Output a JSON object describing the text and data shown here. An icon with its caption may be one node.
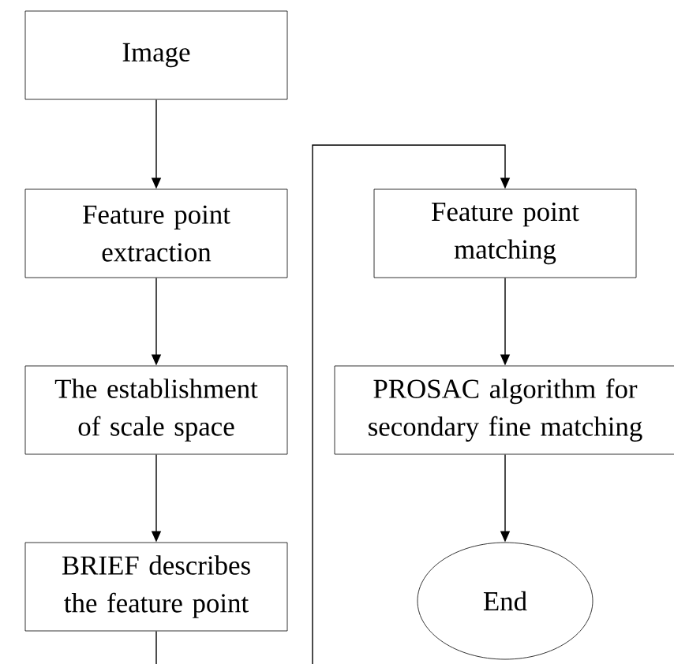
{
  "diagram": {
    "nodes": [
      {
        "text": [
          "Image"
        ]
      },
      {
        "text": [
          "Feature point extraction"
        ]
      },
      {
        "text": [
          "The establishment of scale space"
        ]
      },
      {
        "text": [
          "BRIEF describes the feature point"
        ]
      },
      {
        "text": [
          "Feature point matching"
        ]
      },
      {
        "text": [
          "PROSAC algorithm for secondary fine matching"
        ]
      },
      {
        "text": [
          "End"
        ]
      }
    ],
    "edges": [
      {
        "from": 0,
        "to": 1,
        "arrow": "to"
      },
      {
        "from": 1,
        "to": 2,
        "arrow": "to"
      },
      {
        "from": 2,
        "to": 3,
        "arrow": "to"
      },
      {
        "from": 3,
        "to": null,
        "arrow": "none"
      },
      {
        "from": null,
        "to": 4,
        "arrow": "to"
      },
      {
        "from": 4,
        "to": 5,
        "arrow": "to"
      },
      {
        "from": 5,
        "to": 6,
        "arrow": "to"
      }
    ]
  }
}
